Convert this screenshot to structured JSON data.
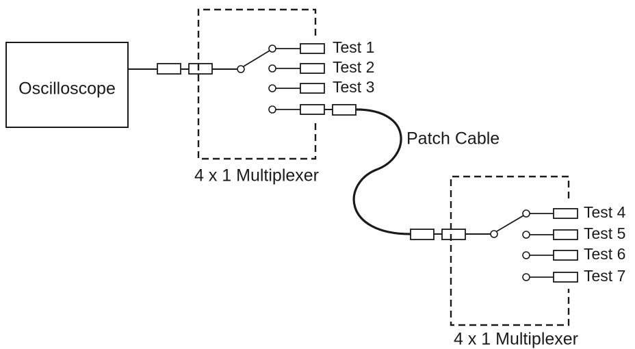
{
  "oscilloscope": {
    "label": "Oscilloscope"
  },
  "mux_top": {
    "label": "4 x 1 Multiplexer",
    "channels": [
      "Test 1",
      "Test 2",
      "Test 3"
    ]
  },
  "patch_cable": {
    "label": "Patch Cable"
  },
  "mux_bottom": {
    "label": "4 x 1 Multiplexer",
    "channels": [
      "Test 4",
      "Test 5",
      "Test 6",
      "Test 7"
    ]
  }
}
